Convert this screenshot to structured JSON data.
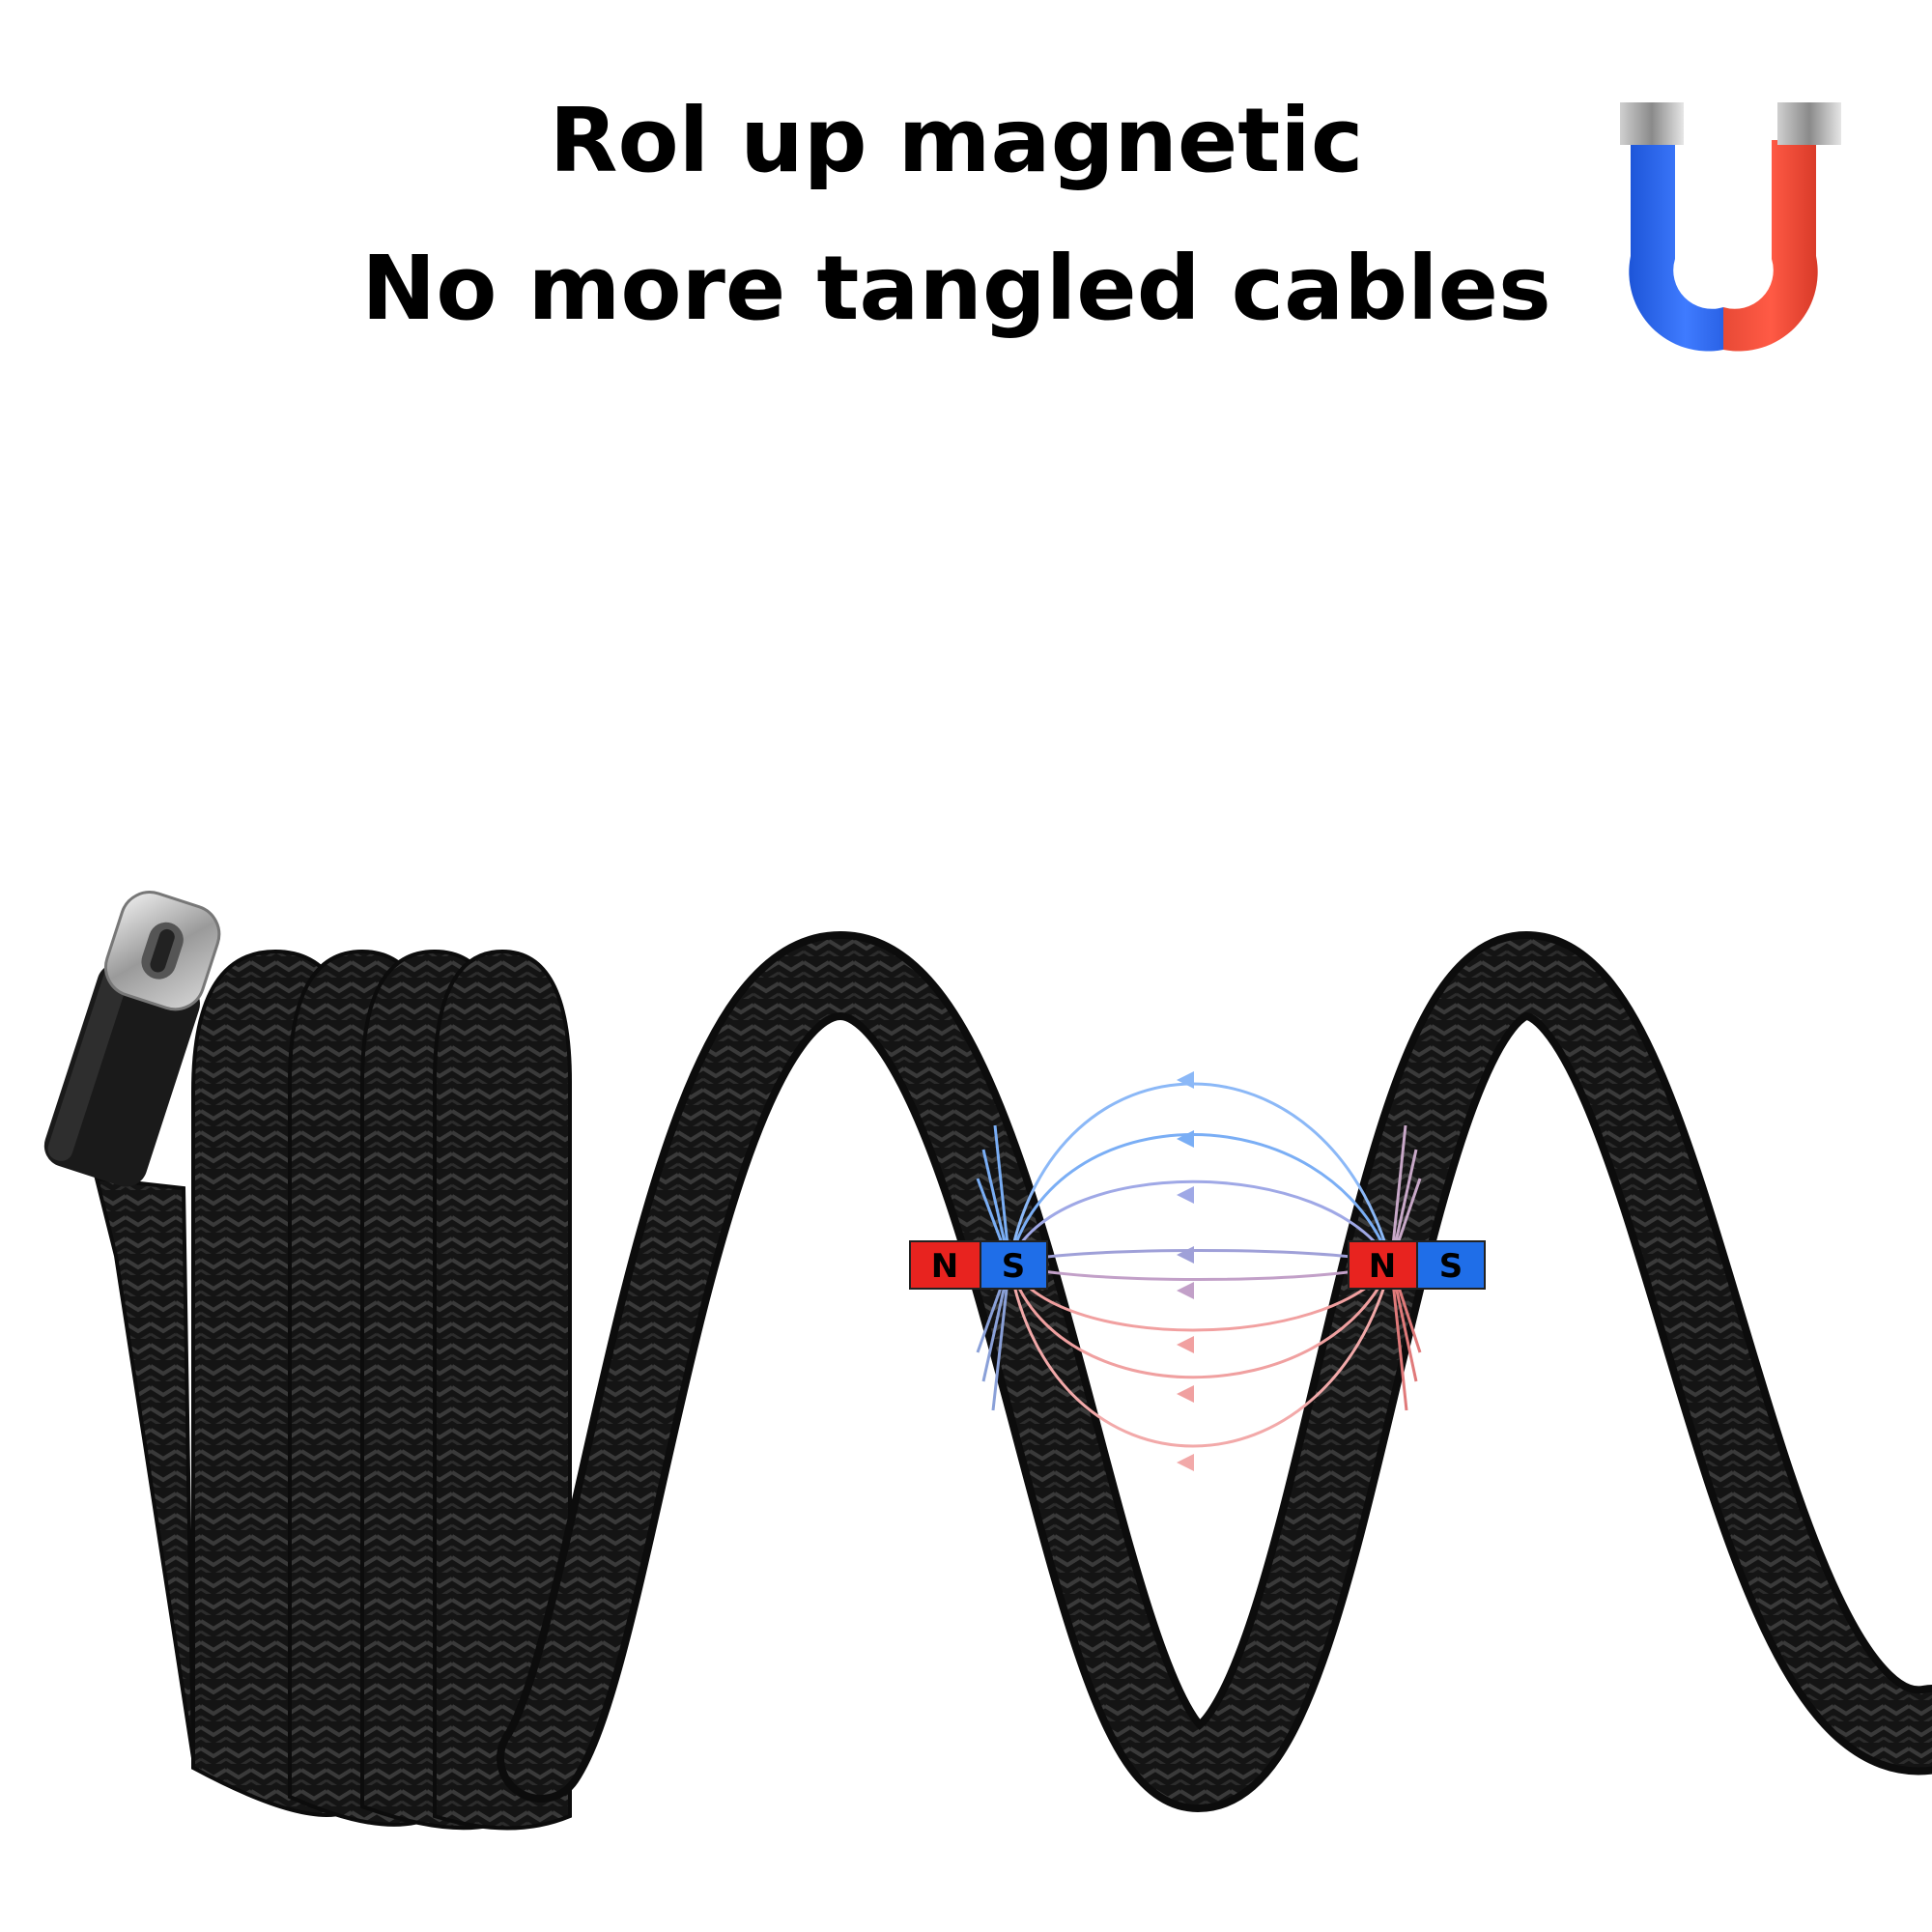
{
  "headline": {
    "line1": "Rol up magnetic",
    "line2": "No more tangled cables"
  },
  "magnets": [
    {
      "north": "N",
      "south": "S"
    },
    {
      "north": "N",
      "south": "S"
    }
  ],
  "icons": {
    "logo": "horseshoe-magnet-icon",
    "connector": "usb-c-connector-icon"
  },
  "colors": {
    "north": "#e8231f",
    "south": "#1f6ee8",
    "cable": "#111111",
    "field_blue": "#6aa6f5",
    "field_red": "#f08a8a"
  }
}
